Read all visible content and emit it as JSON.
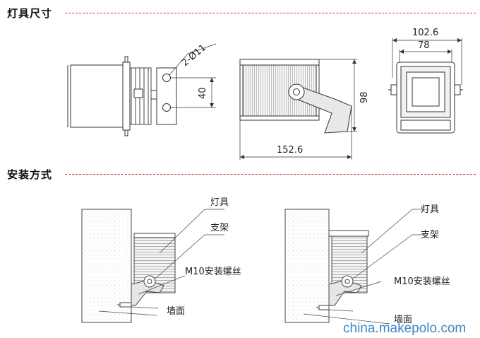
{
  "sections": {
    "dimensions_title": "灯具尺寸",
    "installation_title": "安装方式"
  },
  "dimensions": {
    "hole_label": "2-Ø11",
    "hole_spacing": "40",
    "height": "98",
    "length": "152.6",
    "total_width": "102.6",
    "body_width": "78"
  },
  "installation_labels": {
    "lamp": "灯具",
    "bracket": "支架",
    "screw": "M10安装螺丝",
    "wall": "墙面"
  },
  "watermark": "china.makepolo.com"
}
